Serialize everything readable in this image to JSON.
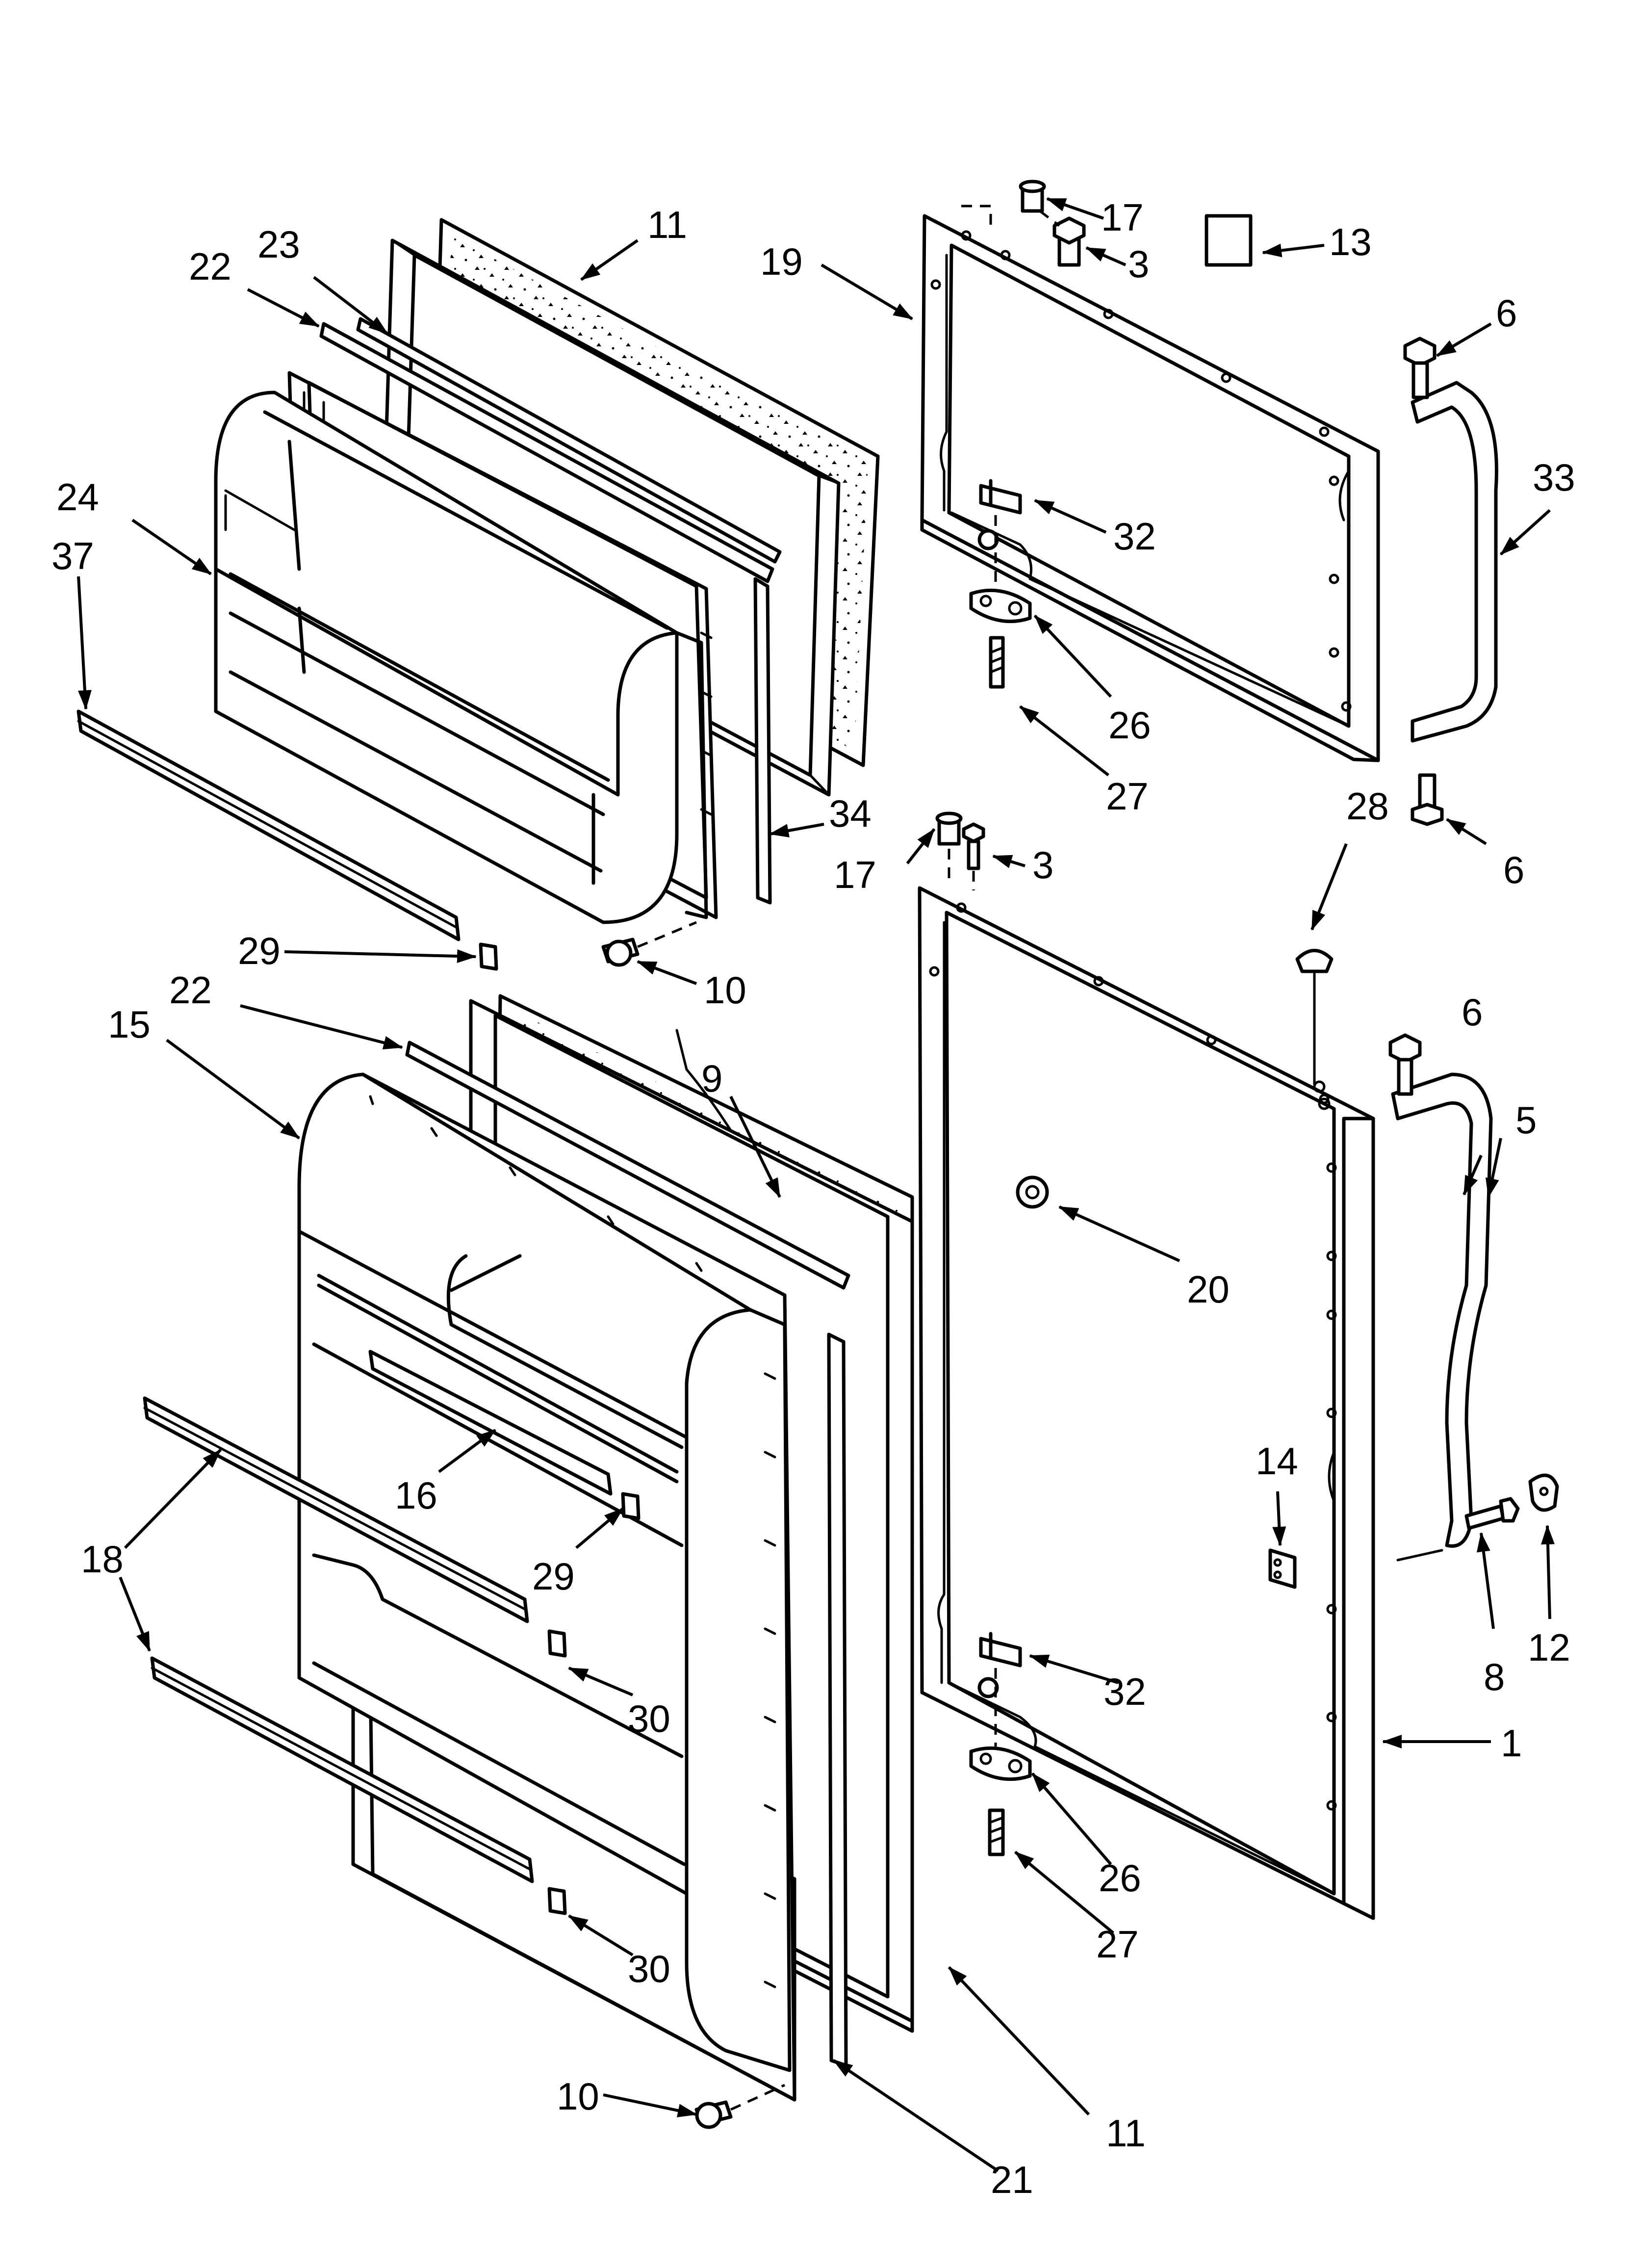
{
  "callouts": [
    {
      "id": "c17a",
      "text": "17"
    },
    {
      "id": "c3a",
      "text": "3"
    },
    {
      "id": "c13",
      "text": "13"
    },
    {
      "id": "c19",
      "text": "19"
    },
    {
      "id": "c6a",
      "text": "6"
    },
    {
      "id": "c33",
      "text": "33"
    },
    {
      "id": "c32a",
      "text": "32"
    },
    {
      "id": "c26a",
      "text": "26"
    },
    {
      "id": "c27a",
      "text": "27"
    },
    {
      "id": "c28",
      "text": "28"
    },
    {
      "id": "c6b",
      "text": "6"
    },
    {
      "id": "c17b",
      "text": "17"
    },
    {
      "id": "c3b",
      "text": "3"
    },
    {
      "id": "c11a",
      "text": "11"
    },
    {
      "id": "c23",
      "text": "23"
    },
    {
      "id": "c22a",
      "text": "22"
    },
    {
      "id": "c24",
      "text": "24"
    },
    {
      "id": "c37",
      "text": "37"
    },
    {
      "id": "c34",
      "text": "34"
    },
    {
      "id": "c29a",
      "text": "29"
    },
    {
      "id": "c10a",
      "text": "10"
    },
    {
      "id": "c22b",
      "text": "22"
    },
    {
      "id": "c15",
      "text": "15"
    },
    {
      "id": "c9",
      "text": "9"
    },
    {
      "id": "c6c",
      "text": "6"
    },
    {
      "id": "c5",
      "text": "5"
    },
    {
      "id": "c20",
      "text": "20"
    },
    {
      "id": "c16",
      "text": "16"
    },
    {
      "id": "c14",
      "text": "14"
    },
    {
      "id": "c18",
      "text": "18"
    },
    {
      "id": "c29b",
      "text": "29"
    },
    {
      "id": "c8",
      "text": "8"
    },
    {
      "id": "c12",
      "text": "12"
    },
    {
      "id": "c30a",
      "text": "30"
    },
    {
      "id": "c32b",
      "text": "32"
    },
    {
      "id": "c1",
      "text": "1"
    },
    {
      "id": "c26b",
      "text": "26"
    },
    {
      "id": "c27b",
      "text": "27"
    },
    {
      "id": "c30b",
      "text": "30"
    },
    {
      "id": "c11b",
      "text": "11"
    },
    {
      "id": "c10b",
      "text": "10"
    },
    {
      "id": "c21",
      "text": "21"
    }
  ],
  "colors": {
    "ink": "#000000",
    "paper": "#ffffff"
  }
}
